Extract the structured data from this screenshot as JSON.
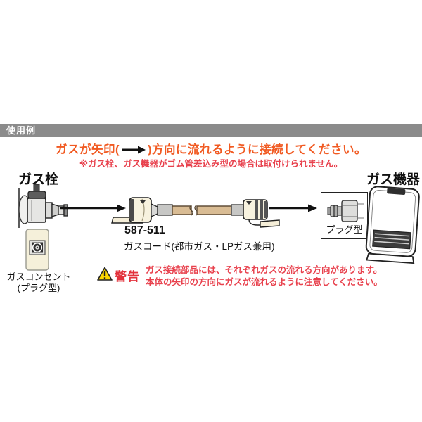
{
  "section_header": {
    "label": "使用例",
    "bg": "#8b8b8b",
    "text_color": "#ffffff"
  },
  "heading": {
    "text_before_arrow": "ガスが矢印(",
    "text_after_arrow": ")方向に流れるように接続してください。",
    "arrow_icon": "right-arrow",
    "color": "#f15a22"
  },
  "subnote": {
    "text": "※ガス栓、ガス機器がゴム管差込み型の場合は取付けられません。",
    "color": "#e8414d"
  },
  "diagram": {
    "gas_tap_label": "ガス栓",
    "gas_appliance_label": "ガス機器",
    "product_code": "587-511",
    "product_desc": "ガスコード(都市ガス・LPガス兼用)",
    "outlet_label_line1": "ガスコンセント",
    "outlet_label_line2": "(プラグ型)",
    "plug_box_label": "プラグ型",
    "flow_direction": "left-to-right",
    "hose_color": "#d9bc94",
    "connector_color": "#f7f2df"
  },
  "warning": {
    "icon": "warning-triangle",
    "label": "警告",
    "line1": "ガス接続部品には、それぞれガスの流れる方向があります。",
    "line2": "本体の矢印の方向にガスが流れるように注意してください。",
    "color": "#e8414d",
    "icon_color": "#ffd800"
  }
}
